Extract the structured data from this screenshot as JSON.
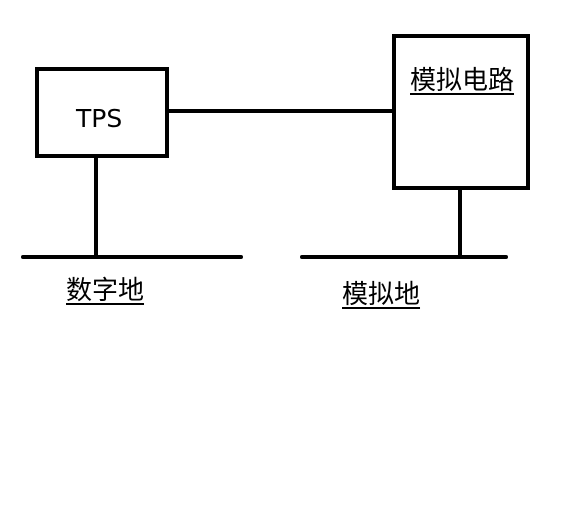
{
  "diagram": {
    "tps_label": "TPS",
    "analog_circuit_label": "模拟电路",
    "digital_ground_label": "数字地",
    "analog_ground_label": "模拟地"
  }
}
